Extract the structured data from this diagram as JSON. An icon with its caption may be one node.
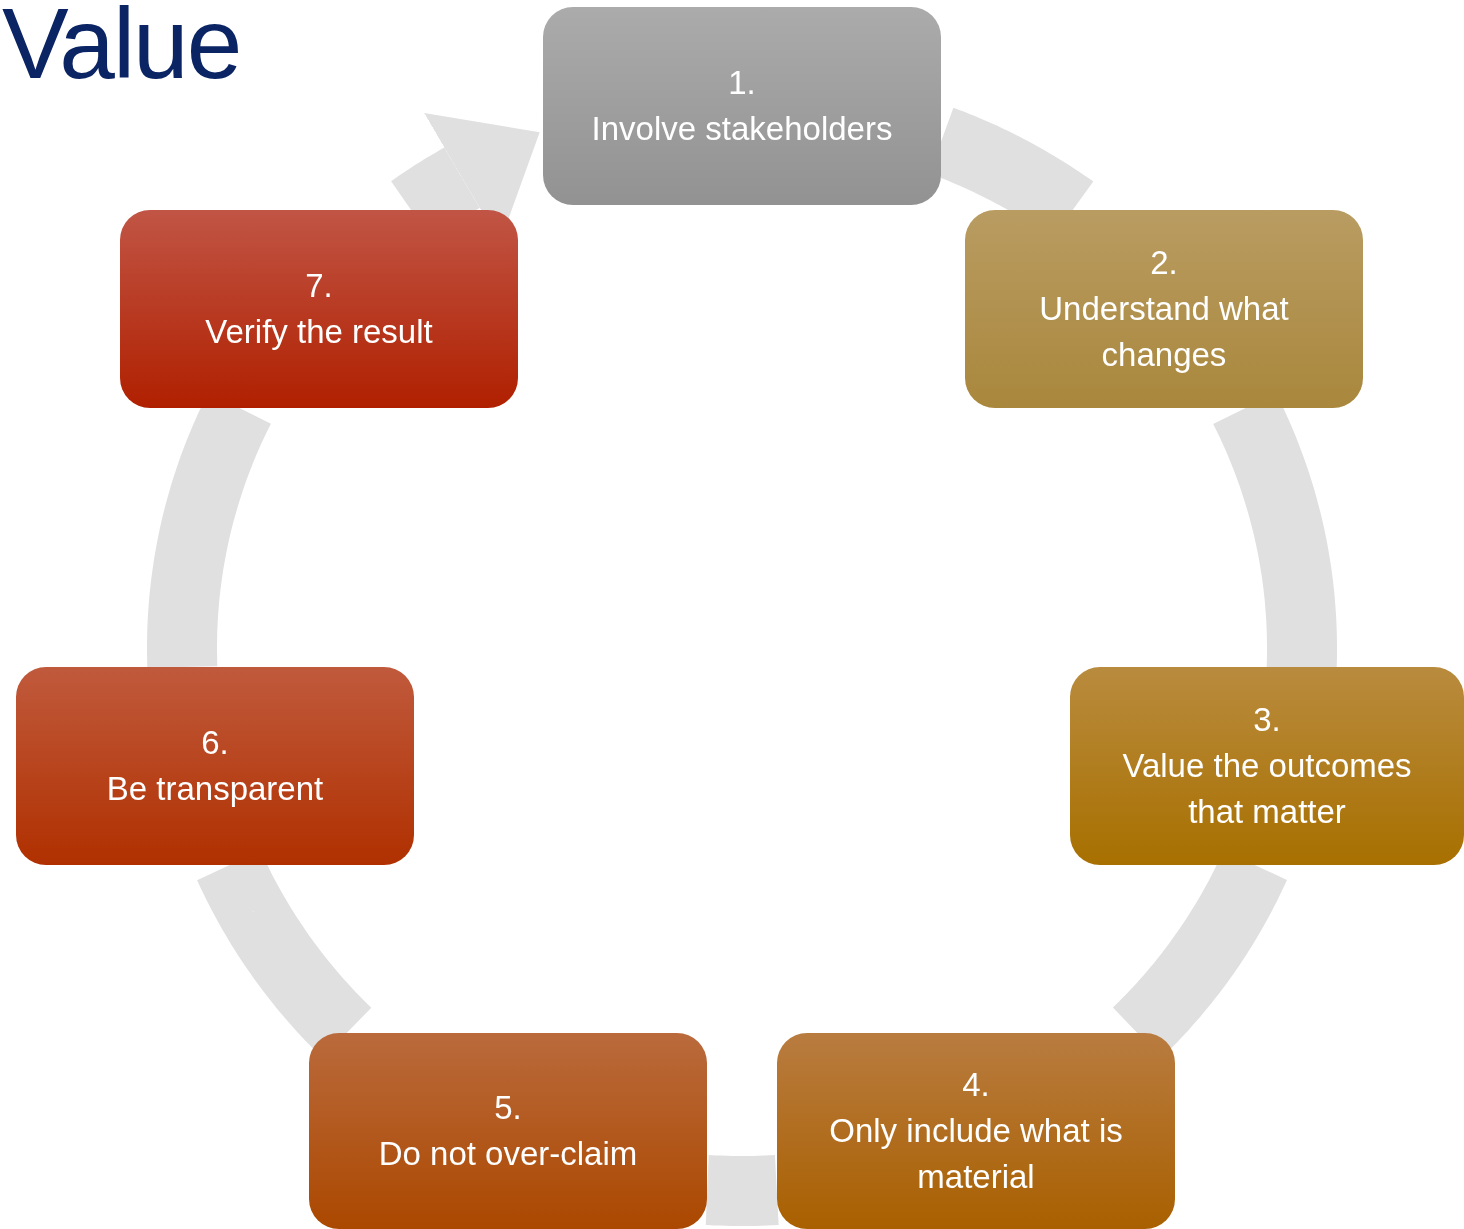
{
  "diagram": {
    "title": "Value",
    "nodes": [
      {
        "text": [
          "1.",
          "Involve stakeholders"
        ]
      },
      {
        "text": [
          "2.",
          "Understand what changes"
        ]
      },
      {
        "text": [
          "3.",
          "Value the outcomes that matter"
        ]
      },
      {
        "text": [
          "4.",
          "Only include what is material"
        ]
      },
      {
        "text": [
          "5.",
          "Do not over-claim"
        ]
      },
      {
        "text": [
          "6.",
          "Be transparent"
        ]
      },
      {
        "text": [
          "7.",
          "Verify the result"
        ]
      }
    ],
    "edges": [
      {
        "from": 0,
        "to": 1,
        "arrow": "none"
      },
      {
        "from": 1,
        "to": 2,
        "arrow": "none"
      },
      {
        "from": 2,
        "to": 3,
        "arrow": "none"
      },
      {
        "from": 3,
        "to": 4,
        "arrow": "none"
      },
      {
        "from": 4,
        "to": 5,
        "arrow": "none"
      },
      {
        "from": 5,
        "to": 6,
        "arrow": "none"
      },
      {
        "from": 6,
        "to": 0,
        "arrow": "to"
      }
    ]
  }
}
